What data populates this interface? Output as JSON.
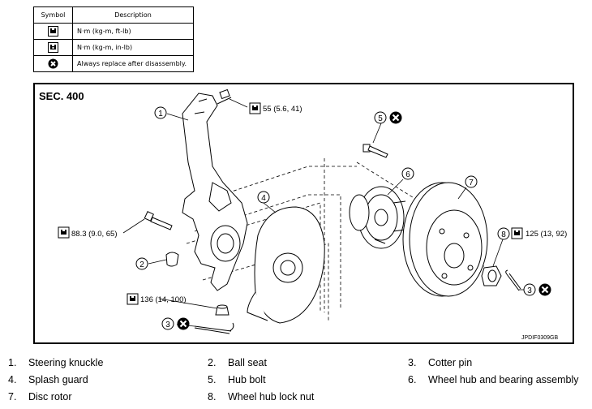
{
  "legend": {
    "header_symbol": "Symbol",
    "header_description": "Description",
    "rows": [
      {
        "icon": "torque-wrench-icon",
        "description": "N·m (kg-m, ft-lb)"
      },
      {
        "icon": "torque-wrench-small-icon",
        "description": "N·m (kg-m, in-lb)"
      },
      {
        "icon": "always-replace-icon",
        "description": "Always replace after disassembly."
      }
    ]
  },
  "figure": {
    "section": "SEC. 400",
    "code": "JPDIF0309GB",
    "callouts": {
      "c1": "1",
      "c2": "2",
      "c3a": "3",
      "c3b": "3",
      "c4": "4",
      "c5": "5",
      "c6": "6",
      "c7": "7",
      "c8": "8"
    },
    "torques": {
      "t55": "55 (5.6, 41)",
      "t883": "88.3 (9.0, 65)",
      "t136": "136 (14, 100)",
      "t125": "125 (13, 92)"
    }
  },
  "parts": [
    {
      "num": "1.",
      "name": "Steering knuckle"
    },
    {
      "num": "2.",
      "name": "Ball seat"
    },
    {
      "num": "3.",
      "name": "Cotter pin"
    },
    {
      "num": "4.",
      "name": "Splash guard"
    },
    {
      "num": "5.",
      "name": "Hub bolt"
    },
    {
      "num": "6.",
      "name": "Wheel hub and bearing assembly"
    },
    {
      "num": "7.",
      "name": "Disc rotor"
    },
    {
      "num": "8.",
      "name": "Wheel hub lock nut"
    }
  ]
}
